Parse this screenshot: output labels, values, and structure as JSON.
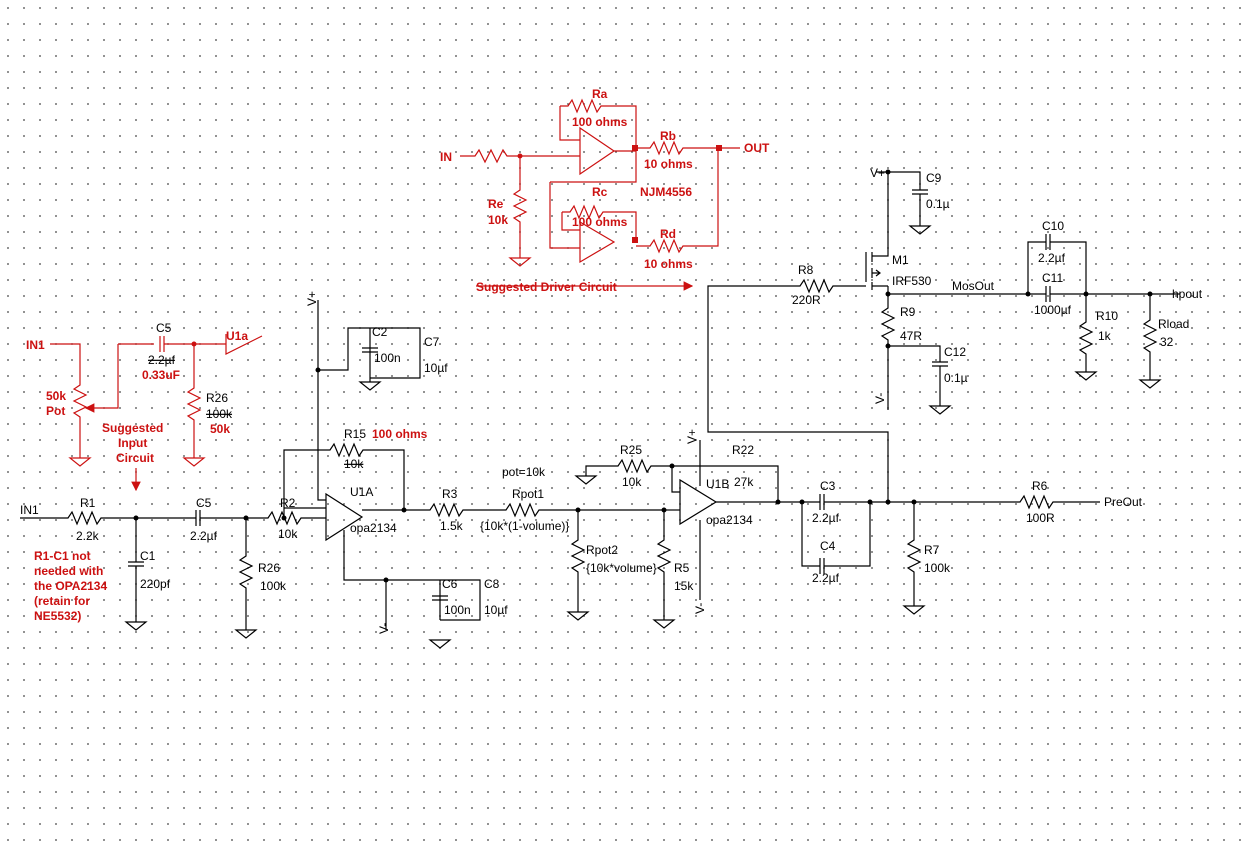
{
  "colors": {
    "wire": "#000000",
    "annotation": "#cc1111",
    "grid_dot": "#444444",
    "background": "#ffffff"
  },
  "driver": {
    "in": "IN",
    "out": "OUT",
    "ra_name": "Ra",
    "ra_value": "100 ohms",
    "rb_name": "Rb",
    "rb_value": "10 ohms",
    "rc_name": "Rc",
    "rc_value": "100 ohms",
    "rd_name": "Rd",
    "rd_value": "10 ohms",
    "re_name": "Re",
    "re_value": "10k",
    "chip": "NJM4556",
    "caption": "Suggested Driver Circuit"
  },
  "input_suggest": {
    "in": "IN1",
    "pot": "50k",
    "pot2": "Pot",
    "c5_name": "C5",
    "c5_old": "2.2µf",
    "c5_new": "0.33uF",
    "r26_name": "R26",
    "r26_old": "100k",
    "r26_new": "50k",
    "u1a": "U1a",
    "caption1": "Suggested",
    "caption2": "Input",
    "caption3": "Circuit"
  },
  "note": {
    "l1": "R1-C1 not",
    "l2": "needed with",
    "l3": "the OPA2134",
    "l4": "(retain for",
    "l5": "NE5532)"
  },
  "main": {
    "in1": "IN1",
    "vplus": "V+",
    "vminus": "V-",
    "r1": "R1",
    "r1v": "2.2k",
    "c1": "C1",
    "c1v": "220pf",
    "c5": "C5",
    "c5v": "2.2µf",
    "r26": "R26",
    "r26v": "100k",
    "r2": "R2",
    "r2v": "10k",
    "r15": "R15",
    "r15v_old": "10k",
    "r15v_new": "100 ohms",
    "u1a": "U1A",
    "opa_a": "opa2134",
    "c2": "C2",
    "c2v": "100n",
    "c7": "C7",
    "c7v": "10µf",
    "c6": "C6",
    "c6v": "100n",
    "c8": "C8",
    "c8v": "10µf",
    "r3": "R3",
    "r3v": "1.5k",
    "pot_label": "pot=10k",
    "rpot1": "Rpot1",
    "rpot1v": "{10k*(1-volume)}",
    "rpot2": "Rpot2",
    "rpot2v": "{10k*volume}",
    "r5": "R5",
    "r5v": "15k",
    "r25": "R25",
    "r25v": "10k",
    "r22": "R22",
    "r22v": "27k",
    "u1b": "U1B",
    "opa_b": "opa2134",
    "c3": "C3",
    "c3v": "2.2µf",
    "c4": "C4",
    "c4v": "2.2µf",
    "r7": "R7",
    "r7v": "100k",
    "r6": "R6",
    "r6v": "100R",
    "preout": "PreOut",
    "r8": "R8",
    "r8v": "220R",
    "m1": "M1",
    "m1v": "IRF530",
    "c9": "C9",
    "c9v": "0.1µ",
    "r9": "R9",
    "r9v": "47R",
    "c12": "C12",
    "c12v": "0.1µ",
    "mosout": "MosOut",
    "c10": "C10",
    "c10v": "2.2µf",
    "c11": "C11",
    "c11v": "1000µf",
    "r10": "R10",
    "r10v": "1k",
    "rload": "Rload",
    "rloadv": "32",
    "hpout": "hpout"
  }
}
